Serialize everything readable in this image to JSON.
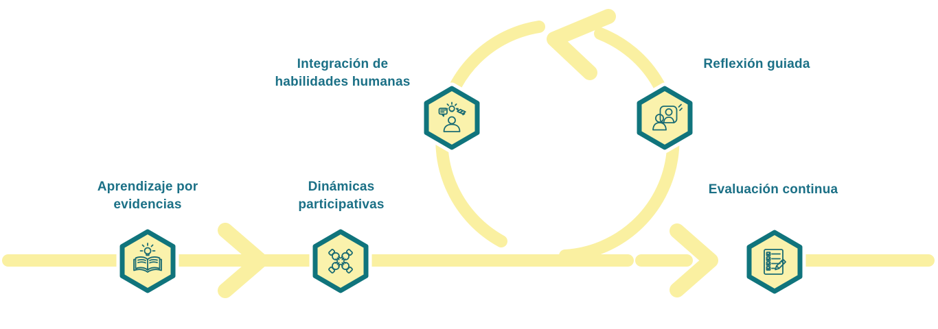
{
  "diagram": {
    "steps": [
      {
        "label_lines": [
          "Aprendizaje por",
          "evidencias"
        ],
        "icon": "open-book-lightbulb-icon"
      },
      {
        "label_lines": [
          "Dinámicas",
          "participativas"
        ],
        "icon": "four-hands-collaboration-icon"
      },
      {
        "label_lines": [
          "Integración de",
          "habilidades humanas"
        ],
        "icon": "person-idea-speech-handshake-icon"
      },
      {
        "label_lines": [
          "Reflexión guiada"
        ],
        "icon": "two-people-screen-icon"
      },
      {
        "label_lines": [
          "Evaluación continua"
        ],
        "icon": "checklist-pencil-icon"
      }
    ],
    "colors": {
      "arrow_yellow": "#FAF0A1",
      "hexagon_fill": "#FAF2AC",
      "hexagon_border": "#10747C",
      "icon_stroke": "#1A6B73",
      "label_text": "#1B7086",
      "background": "#FFFFFF"
    }
  }
}
